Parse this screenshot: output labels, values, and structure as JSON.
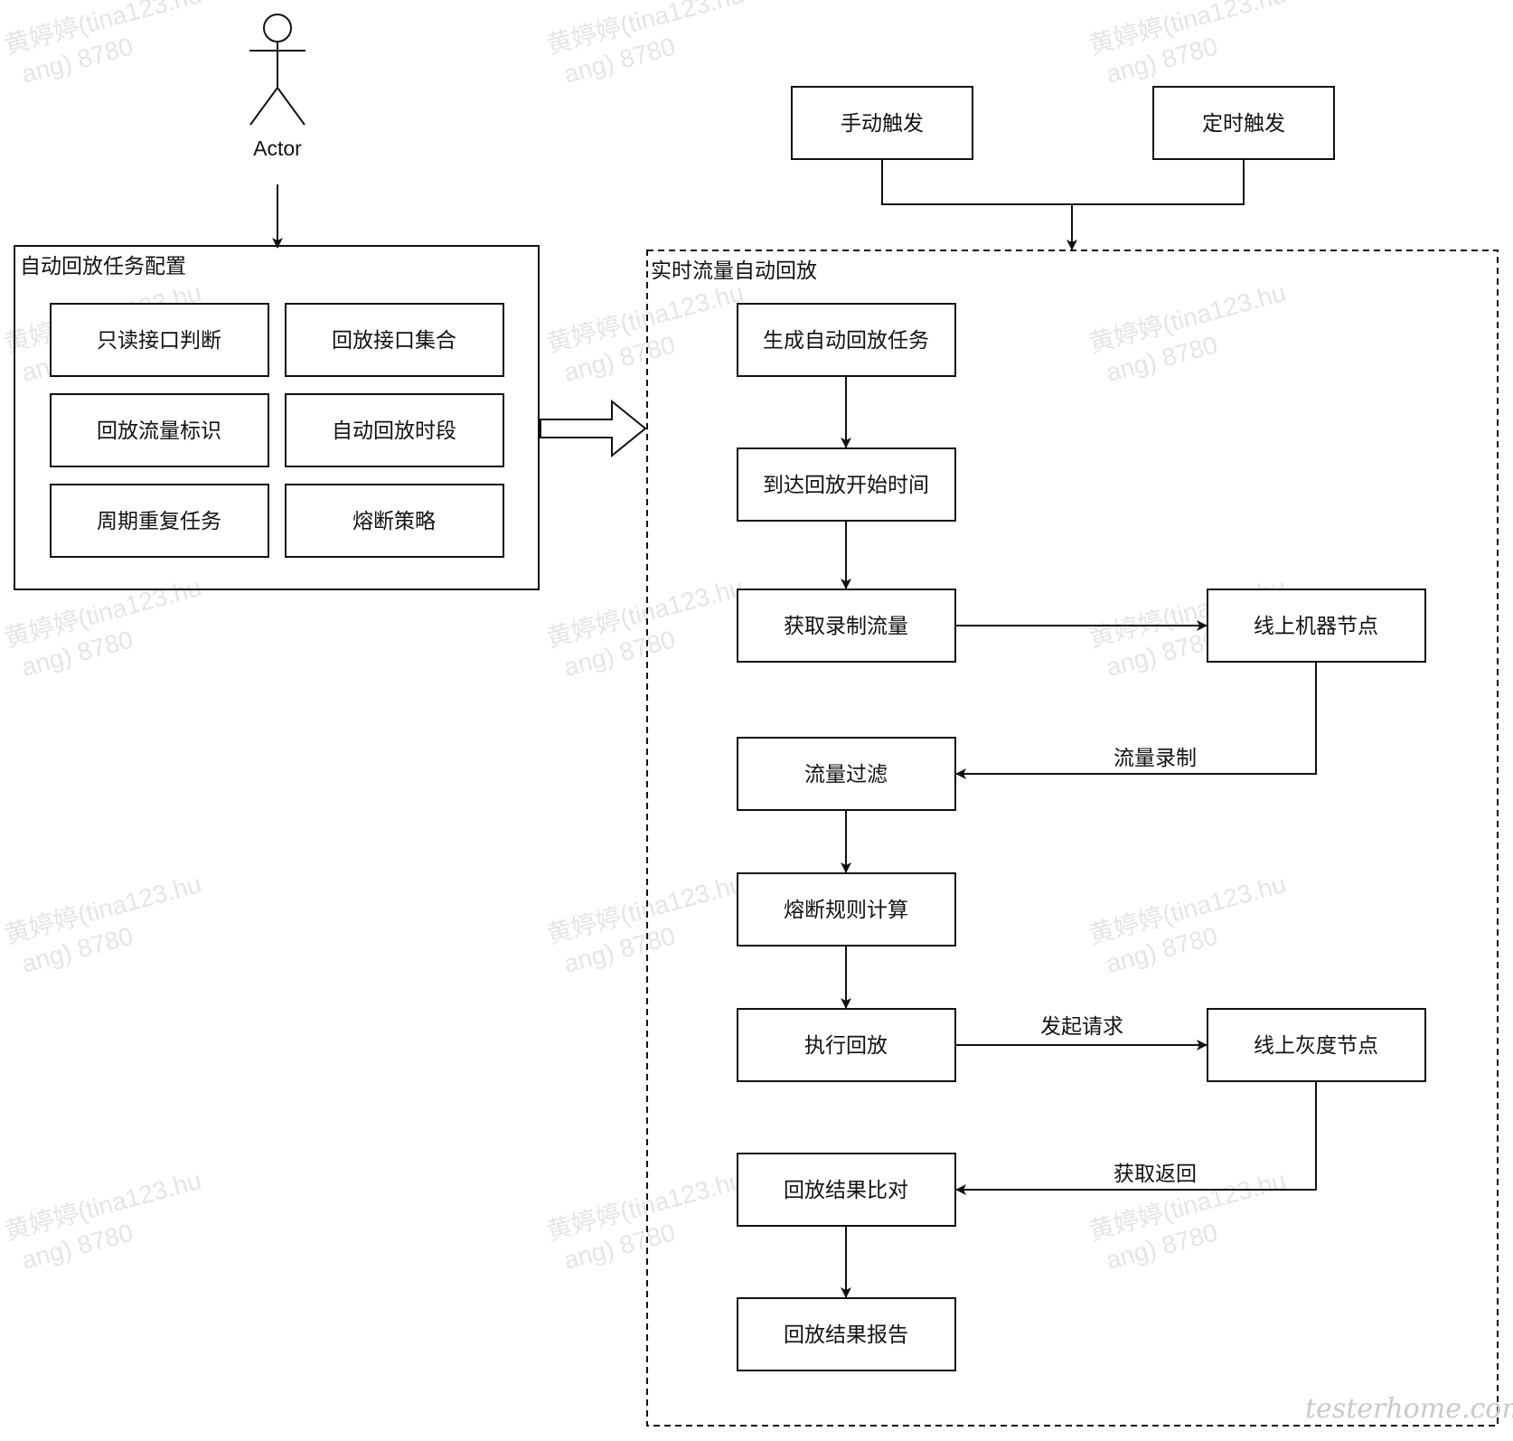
{
  "actor": {
    "label": "Actor"
  },
  "config_group": {
    "title": "自动回放任务配置",
    "items": [
      "只读接口判断",
      "回放接口集合",
      "回放流量标识",
      "自动回放时段",
      "周期重复任务",
      "熔断策略"
    ]
  },
  "triggers": {
    "manual": "手动触发",
    "scheduled": "定时触发"
  },
  "flow_group": {
    "title": "实时流量自动回放"
  },
  "steps": {
    "generate": "生成自动回放任务",
    "arrive": "到达回放开始时间",
    "fetch": "获取录制流量",
    "filter": "流量过滤",
    "circuit": "熔断规则计算",
    "execute": "执行回放",
    "compare": "回放结果比对",
    "report": "回放结果报告"
  },
  "external_nodes": {
    "online_machine": "线上机器节点",
    "gray_node": "线上灰度节点"
  },
  "edge_labels": {
    "record": "流量录制",
    "request": "发起请求",
    "response": "获取返回"
  },
  "watermark": {
    "line1": "黄婷婷(tina123.hu",
    "line2": "ang) 8780"
  },
  "logo": "testerhome.com"
}
